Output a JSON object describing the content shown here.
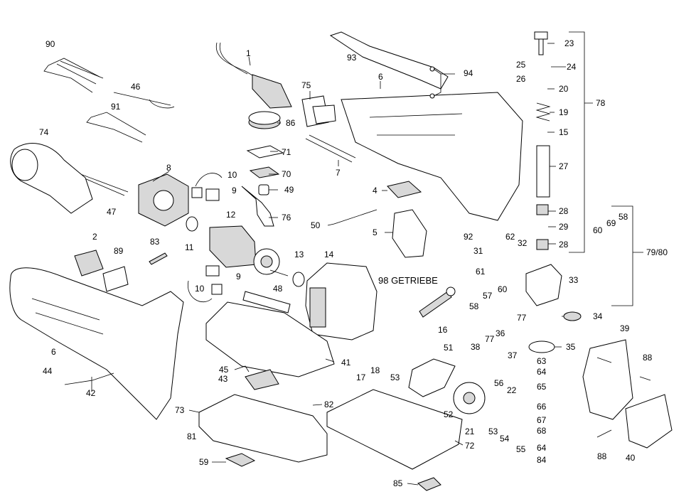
{
  "labels": {
    "n1": "1",
    "n2": "2",
    "n4": "4",
    "n5": "5",
    "n6a": "6",
    "n6b": "6",
    "n7": "7",
    "n8": "8",
    "n9a": "9",
    "n9b": "9",
    "n10a": "10",
    "n10b": "10",
    "n11": "11",
    "n12": "12",
    "n13": "13",
    "n14": "14",
    "n15": "15",
    "n16": "16",
    "n17": "17",
    "n18": "18",
    "n19": "19",
    "n20": "20",
    "n21": "21",
    "n22": "22",
    "n23": "23",
    "n24": "24",
    "n25": "25",
    "n26": "26",
    "n27": "27",
    "n28a": "28",
    "n28b": "28",
    "n29": "29",
    "n31": "31",
    "n32": "32",
    "n33": "33",
    "n34": "34",
    "n35": "35",
    "n36": "36",
    "n37": "37",
    "n38": "38",
    "n39": "39",
    "n40": "40",
    "n41": "41",
    "n42": "42",
    "n43": "43",
    "n44": "44",
    "n45": "45",
    "n46": "46",
    "n47": "47",
    "n48": "48",
    "n49": "49",
    "n50": "50",
    "n51": "51",
    "n52": "52",
    "n53a": "53",
    "n53b": "53",
    "n54": "54",
    "n55": "55",
    "n56": "56",
    "n57": "57",
    "n58a": "58",
    "n58b": "58",
    "n59": "59",
    "n60a": "60",
    "n60b": "60",
    "n61": "61",
    "n62": "62",
    "n63": "63",
    "n64a": "64",
    "n64b": "64",
    "n65": "65",
    "n66": "66",
    "n67": "67",
    "n68": "68",
    "n69": "69",
    "n70": "70",
    "n71": "71",
    "n72": "72",
    "n73": "73",
    "n74": "74",
    "n75": "75",
    "n76": "76",
    "n77a": "77",
    "n77b": "77",
    "n78": "78",
    "n79_80": "79/80",
    "n81": "81",
    "n82": "82",
    "n83": "83",
    "n84": "84",
    "n85": "85",
    "n86": "86",
    "n88a": "88",
    "n88b": "88",
    "n89": "89",
    "n90": "90",
    "n91": "91",
    "n92": "92",
    "n93": "93",
    "n94": "94"
  },
  "gearbox_label": "98 GETRIEBE"
}
